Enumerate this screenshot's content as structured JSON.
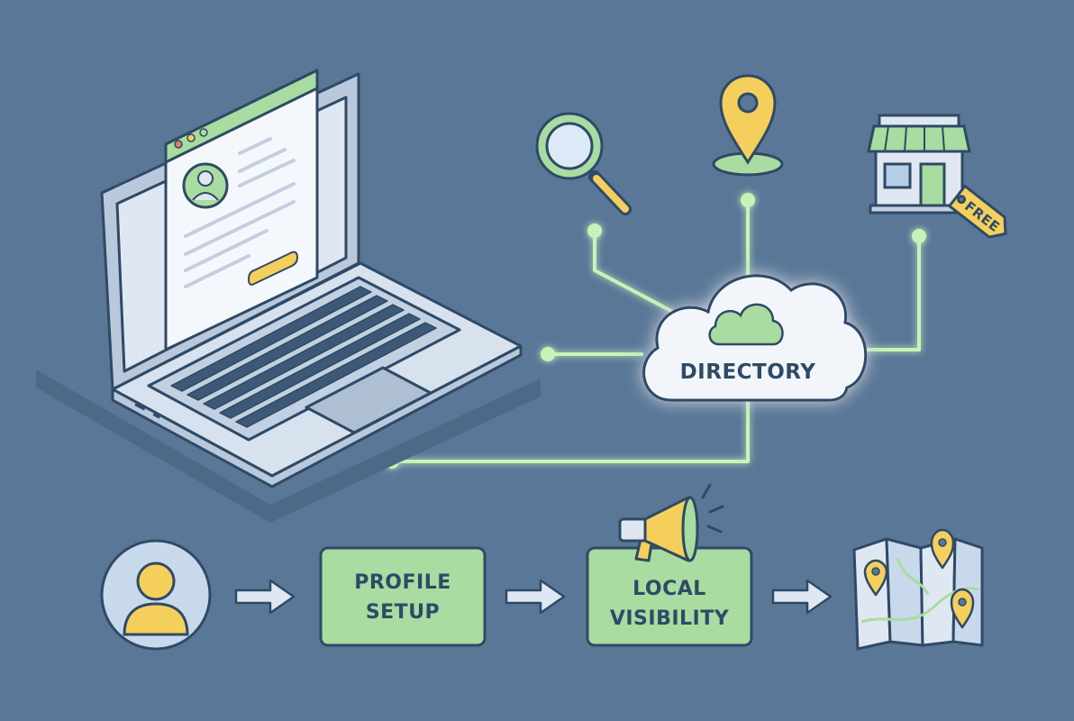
{
  "diagram": {
    "hub": {
      "label": "DIRECTORY"
    },
    "satellites": {
      "search": {
        "icon": "magnifying-glass-icon"
      },
      "location": {
        "icon": "location-pin-icon"
      },
      "store": {
        "icon": "storefront-icon",
        "tag_label": "FREE"
      }
    },
    "laptop": {
      "icon": "laptop-with-profile-page-icon"
    }
  },
  "flow": {
    "steps": [
      {
        "icon": "user-avatar-icon"
      },
      {
        "label_line1": "PROFILE",
        "label_line2": "SETUP"
      },
      {
        "label_line1": "LOCAL",
        "label_line2": "VISIBILITY",
        "icon": "megaphone-icon"
      },
      {
        "icon": "map-with-pins-icon"
      }
    ]
  },
  "colors": {
    "background": "#5a7798",
    "accent_green": "#a8dca0",
    "glow_line": "#c8f3b8",
    "accent_yellow": "#f5cf5c",
    "outline": "#2f4a66",
    "panel_light": "#e8eef6"
  }
}
